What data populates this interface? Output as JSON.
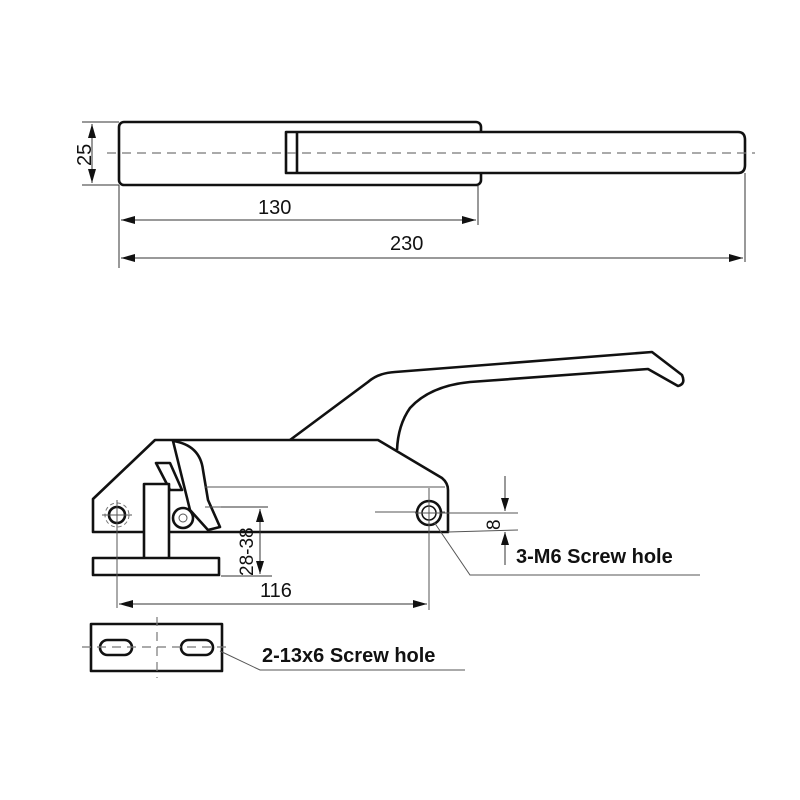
{
  "drawing": {
    "top_view": {
      "height_dim": "25",
      "slot_length_dim": "130",
      "total_length_dim": "230"
    },
    "side_view": {
      "range_dim": "28-38",
      "hole_offset_dim": "8",
      "hole_spacing_dim": "116",
      "screw_hole_label": "3-M6 Screw hole"
    },
    "strike_plate": {
      "slot_label": "2-13x6 Screw hole"
    },
    "colors": {
      "line": "#111111",
      "background": "#ffffff"
    }
  }
}
